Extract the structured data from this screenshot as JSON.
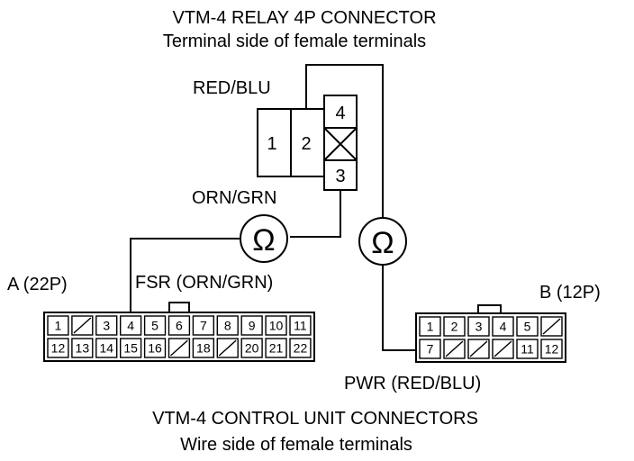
{
  "title": "VTM-4 RELAY 4P CONNECTOR",
  "subtitle": "Terminal side of female terminals",
  "footer_title": "VTM-4 CONTROL UNIT CONNECTORS",
  "footer_subtitle": "Wire side of female terminals",
  "wire_labels": {
    "red_blu": "RED/BLU",
    "orn_grn": "ORN/GRN",
    "fsr": "FSR (ORN/GRN)",
    "pwr": "PWR (RED/BLU)"
  },
  "connector_a": {
    "name": "A (22P)"
  },
  "connector_b": {
    "name": "B (12P)"
  },
  "relay": {
    "terminals": [
      "1",
      "2",
      "4",
      "3"
    ]
  },
  "ohm_symbol": "Ω",
  "cells": {
    "a_row1": [
      "1",
      "",
      "3",
      "4",
      "5",
      "6",
      "7",
      "8",
      "9",
      "10",
      "11"
    ],
    "a_row2": [
      "12",
      "13",
      "14",
      "15",
      "16",
      "",
      "18",
      "",
      "20",
      "21",
      "22"
    ],
    "b_row1": [
      "1",
      "2",
      "3",
      "4",
      "5",
      ""
    ],
    "b_row2": [
      "7",
      "",
      "",
      "",
      "11",
      "12"
    ]
  }
}
